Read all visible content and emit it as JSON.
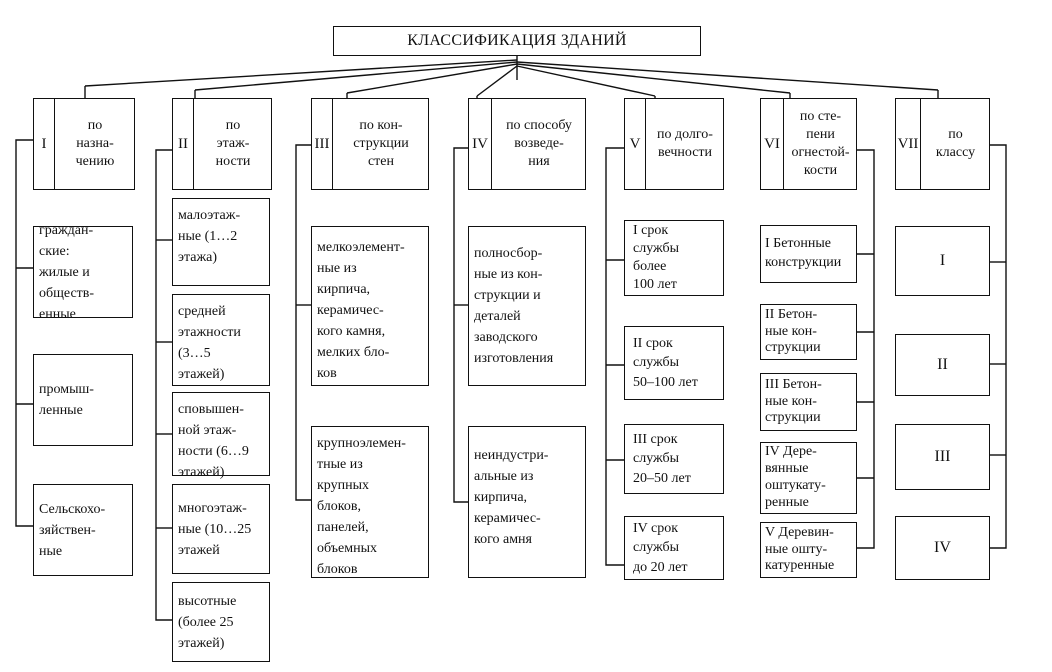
{
  "title": "КЛАССИФИКАЦИЯ ЗДАНИЙ",
  "categories": [
    {
      "num": "I",
      "label": "по\nназна-\nчению",
      "items": [
        "граждан-\nские:\nжилые и\nобществ-\nенные",
        "промыш-\nленные",
        "Сельскохо-\nзяйствен-\nные"
      ]
    },
    {
      "num": "II",
      "label": "по\nэтаж-\nности",
      "items": [
        "малоэтаж-\nные (1…2\nэтажа)",
        "средней\nэтажности\n(3…5\nэтажей)",
        "cповышен-\nной этаж-\nности (6…9\nэтажей)",
        "многоэтаж-\nные (10…25\nэтажей",
        "высотные\n(более 25\nэтажей)"
      ]
    },
    {
      "num": "III",
      "label": "по кон-\nструкции\nстен",
      "items": [
        "мелкоэлемент-\nные из\nкирпича,\nкерамичес-\nкого камня,\nмелких бло-\nков",
        "крупноэлемен-\nтные из\nкрупных\nблоков,\nпанелей,\nобъемных\nблоков"
      ]
    },
    {
      "num": "IV",
      "label": "по способу\nвозведе-\nния",
      "items": [
        "полносбор-\nные из кон-\nструкции и\nдеталей\nзаводского\nизготовления",
        "неиндустри-\nальные из\nкирпича,\nкерамичес-\nкого амня"
      ]
    },
    {
      "num": "V",
      "label": "по долго-\nвечности",
      "items": [
        "I срок\nслужбы\nболее\n100 лет",
        "II срок\nслужбы\n50–100 лет",
        "III срок\nслужбы\n20–50 лет",
        "IV срок\nслужбы\nдо 20 лет"
      ]
    },
    {
      "num": "VI",
      "label": "по сте-\nпени\nогнестой-\nкости",
      "items": [
        "I Бетонные\nконструкции",
        "II Бетон-\nные кон-\nструкции",
        "III Бетон-\nные кон-\nструкции",
        "IV Дере-\nвянные\nоштукату-\nренные",
        "V Деревин-\nные оштy-\nкатуренные"
      ]
    },
    {
      "num": "VII",
      "label": "по\nклассу",
      "items": [
        "I",
        "II",
        "III",
        "IV"
      ]
    }
  ]
}
